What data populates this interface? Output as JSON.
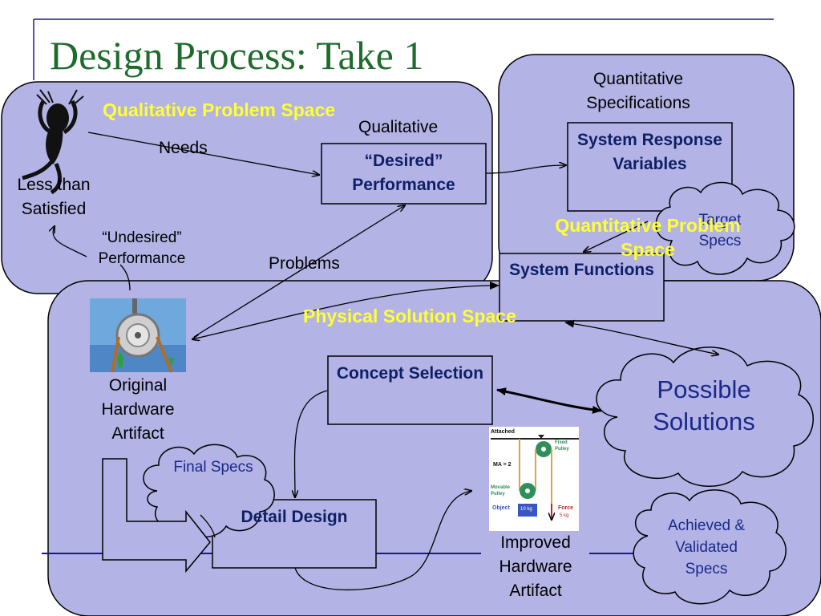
{
  "slide": {
    "title": "Design Process: Take 1",
    "spaces": {
      "qualitative": "Qualitative Problem Space",
      "quantitative": "Quantitative Problem Space",
      "physical": "Physical Solution Space"
    },
    "labels": {
      "qualitative": "Qualitative",
      "needs": "Needs",
      "less_than_satisfied": "Less than Satisfied",
      "undesired_performance": "“Undesired” Performance",
      "problems": "Problems",
      "quantitative_specifications": "Quantitative Specifications",
      "original_artifact": "Original Hardware Artifact",
      "improved_artifact": "Improved Hardware Artifact"
    },
    "boxes": {
      "desired_performance": "“Desired” Performance",
      "system_response_variables": "System Response Variables",
      "system_functions": "System Functions",
      "concept_selection": "Concept Selection",
      "detail_design": "Detail Design"
    },
    "clouds": {
      "target_specs": "Target Specs",
      "possible_solutions": "Possible Solutions",
      "final_specs": "Final Specs",
      "achieved_validated_specs": "Achieved & Validated Specs"
    },
    "pulley_diagram": {
      "attached": "Attached",
      "fixed_pulley": "Fixed Pulley",
      "ma": "MA = 2",
      "movable_pulley": "Movable Pulley",
      "object": "Object",
      "mass": "10 kg",
      "force": "Force",
      "force_value": "5 kg"
    },
    "colors": {
      "title": "#1f6b2c",
      "region_fill": "#b3b3e6",
      "space_label": "#ffff33",
      "box_text": "#0f1f66",
      "rule_line": "#1a1a8c"
    }
  }
}
